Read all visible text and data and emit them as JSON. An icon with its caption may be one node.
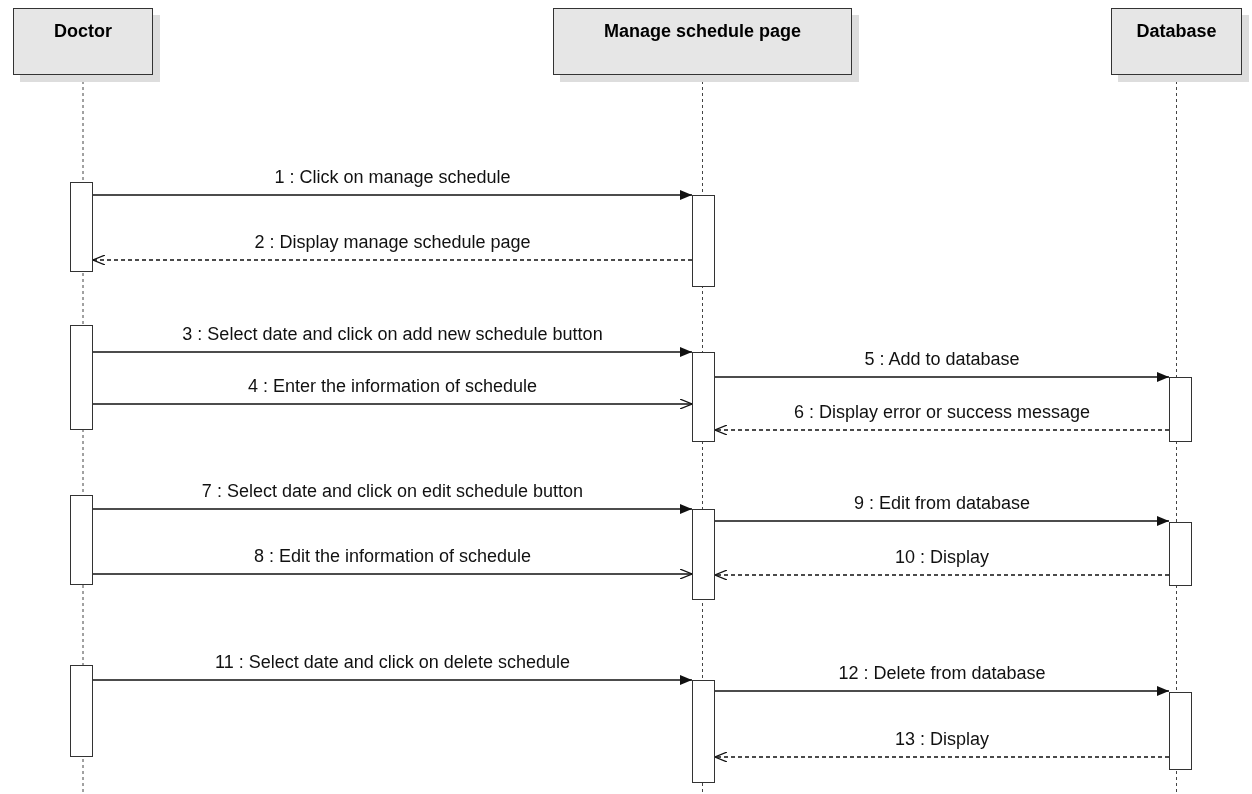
{
  "diagram": {
    "nodes": [
      {
        "text": [
          "Doctor"
        ]
      },
      {
        "text": [
          "Manage schedule page"
        ]
      },
      {
        "text": [
          "Database"
        ]
      },
      {
        "text": [],
        "shape": "bar"
      },
      {
        "text": [],
        "shape": "bar"
      },
      {
        "text": [],
        "shape": "bar"
      },
      {
        "text": [],
        "shape": "bar"
      },
      {
        "text": [],
        "shape": "bar"
      },
      {
        "text": [],
        "shape": "bar"
      },
      {
        "text": [],
        "shape": "bar"
      },
      {
        "text": [],
        "shape": "bar"
      },
      {
        "text": [],
        "shape": "bar"
      },
      {
        "text": [],
        "shape": "bar"
      },
      {
        "text": [],
        "shape": "bar"
      }
    ],
    "edges": [
      {
        "from": 3,
        "to": 4,
        "arrow": "to",
        "label": "1 : Click on manage schedule"
      },
      {
        "from": 4,
        "to": 3,
        "arrow": "to",
        "label": "2 : Display manage schedule page",
        "style": "dashed"
      },
      {
        "from": 5,
        "to": 6,
        "arrow": "to",
        "label": "3 : Select date and click on add new schedule button"
      },
      {
        "from": 5,
        "to": 6,
        "arrow": "to",
        "label": "4 : Enter the information of schedule"
      },
      {
        "from": 6,
        "to": 7,
        "arrow": "to",
        "label": "5 : Add to database"
      },
      {
        "from": 7,
        "to": 6,
        "arrow": "to",
        "label": "6 : Display error or success message",
        "style": "dashed"
      },
      {
        "from": 8,
        "to": 9,
        "arrow": "to",
        "label": "7 : Select date and click on edit schedule button"
      },
      {
        "from": 8,
        "to": 9,
        "arrow": "to",
        "label": "8 : Edit the information of schedule"
      },
      {
        "from": 9,
        "to": 10,
        "arrow": "to",
        "label": "9 : Edit from database"
      },
      {
        "from": 10,
        "to": 9,
        "arrow": "to",
        "label": "10 : Display",
        "style": "dashed"
      },
      {
        "from": 11,
        "to": 12,
        "arrow": "to",
        "label": "11 : Select date and click on delete schedule"
      },
      {
        "from": 12,
        "to": 13,
        "arrow": "to",
        "label": "12 : Delete from database"
      },
      {
        "from": 13,
        "to": 12,
        "arrow": "to",
        "label": "13 : Display",
        "style": "dashed"
      }
    ]
  }
}
